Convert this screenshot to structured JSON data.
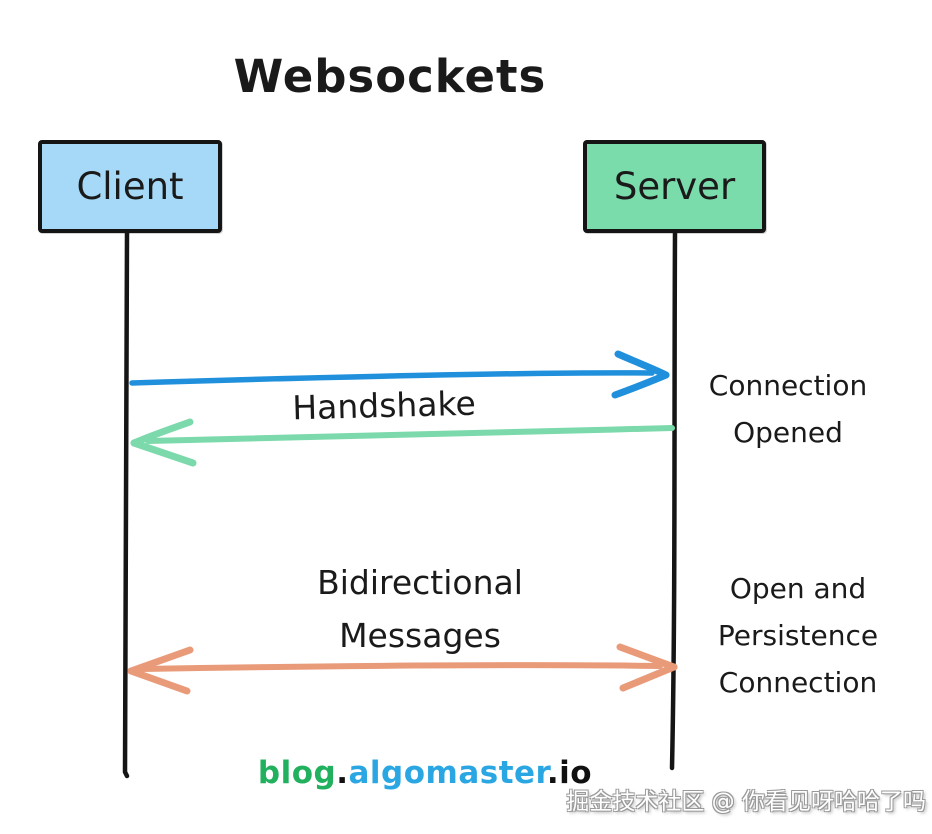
{
  "title": "Websockets",
  "nodes": {
    "client": "Client",
    "server": "Server"
  },
  "messages": {
    "handshake": "Handshake",
    "connection_opened": [
      "Connection",
      "Opened"
    ],
    "bidirectional": [
      "Bidirectional",
      "Messages"
    ],
    "persistent": [
      "Open and",
      "Persistence",
      "Connection"
    ]
  },
  "footer": {
    "blog": "blog",
    "dot": ".",
    "algomaster": "algomaster",
    "dot_io": ".io",
    "watermark": "掘金技术社区 @ 你看见呀哈哈了吗"
  },
  "colors": {
    "client_fill": "#a6d9f7",
    "server_fill": "#7bdcab",
    "lifeline_ink": "#151515",
    "arrow_blue": "#2190dc",
    "arrow_teal": "#7cd9ab",
    "arrow_orange": "#e99b79",
    "brand_green": "#21b05e",
    "brand_blue": "#2aa7e2",
    "brand_dark": "#111111"
  }
}
